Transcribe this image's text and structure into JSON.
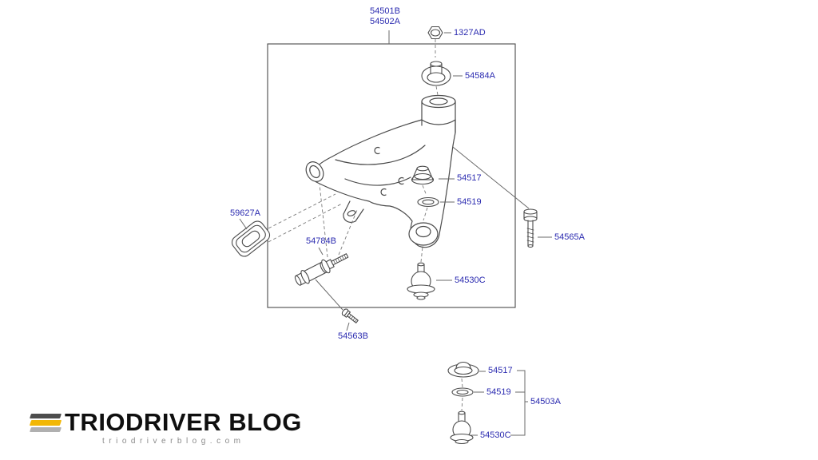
{
  "colors": {
    "label_blue": "#2b2bb0",
    "logo_yellow": "#f2b705",
    "line_gray": "#4a4a4a"
  },
  "diagram": {
    "main_label": {
      "line1": "54501B",
      "line2": "54502A"
    },
    "labels": {
      "nut": "1327AD",
      "upper_bushing": "54584A",
      "bushing": "54517",
      "washer": "54519",
      "side_bolt": "54565A",
      "bracket": "59627A",
      "pivot_bolt": "54784B",
      "ball_joint": "54530C",
      "small_bolt": "54563B"
    },
    "sub_assembly": {
      "bushing": "54517",
      "washer": "54519",
      "ball_joint": "54530C",
      "group": "54503A"
    }
  },
  "watermark": {
    "brand": "TRIODRIVER BLOG",
    "domain": "triodriverblog.com"
  }
}
